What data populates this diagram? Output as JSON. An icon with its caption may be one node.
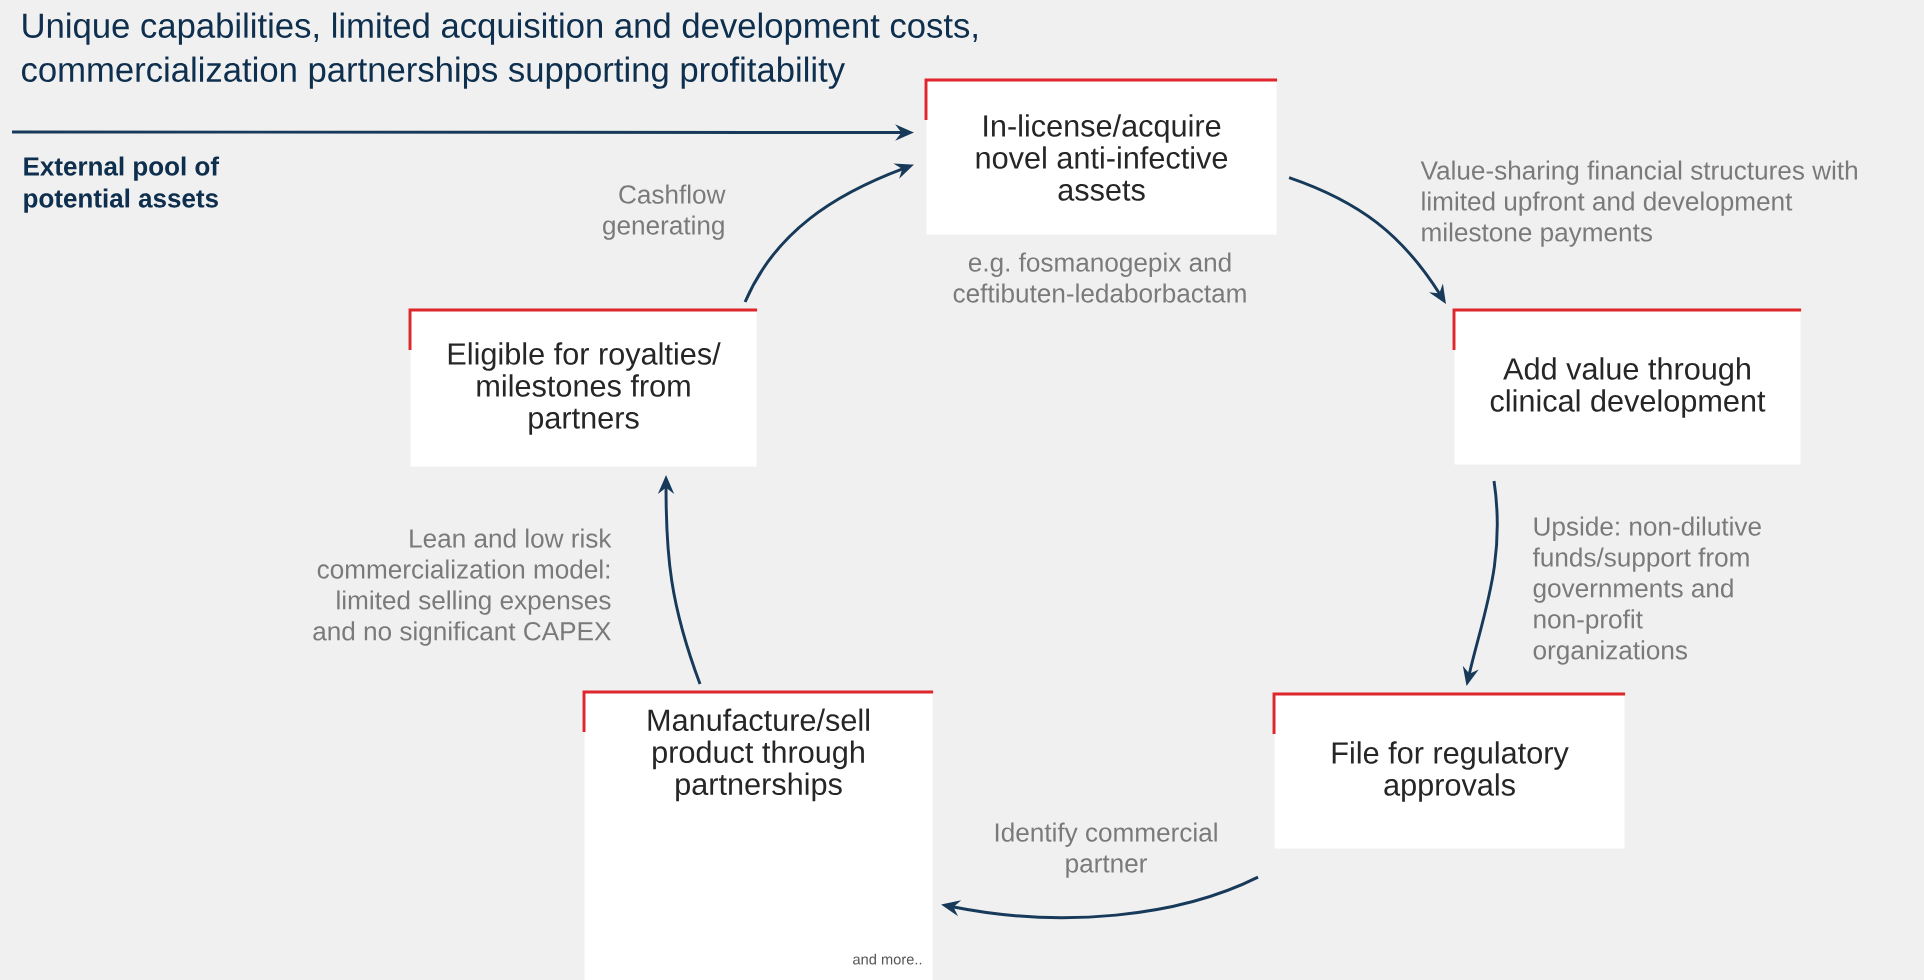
{
  "diagram": {
    "title": "Unique capabilities, limited acquisition and development costs, commercialization partnerships supporting profitability",
    "nodes": [
      {
        "text": [
          "External pool of potential assets"
        ]
      },
      {
        "text": [
          "In-license/acquire novel anti-infective assets"
        ],
        "beside": [
          "e.g. fosmanogepix and ceftibuten-ledaborbactam"
        ]
      },
      {
        "text": [
          "Add value through clinical development"
        ]
      },
      {
        "text": [
          "File for regulatory approvals"
        ]
      },
      {
        "text": [
          "Manufacture/sell product through partnerships",
          "and more.."
        ]
      },
      {
        "text": [
          "Eligible for royalties/ milestones from partners"
        ]
      }
    ],
    "edges": [
      {
        "from": 0,
        "to": 1,
        "arrow": "to"
      },
      {
        "from": 1,
        "to": 2,
        "arrow": "to",
        "label": "Value-sharing financial structures with limited upfront and development milestone payments"
      },
      {
        "from": 2,
        "to": 3,
        "arrow": "to",
        "label": "Upside: non-dilutive funds/support from governments and non-profit organizations"
      },
      {
        "from": 3,
        "to": 4,
        "arrow": "to",
        "label": "Identify commercial partner"
      },
      {
        "from": 4,
        "to": 5,
        "arrow": "to",
        "label": "Lean and low risk commercialization model: limited selling expenses and no significant CAPEX"
      },
      {
        "from": 5,
        "to": 1,
        "arrow": "to",
        "label": "Cashflow generating"
      }
    ]
  }
}
